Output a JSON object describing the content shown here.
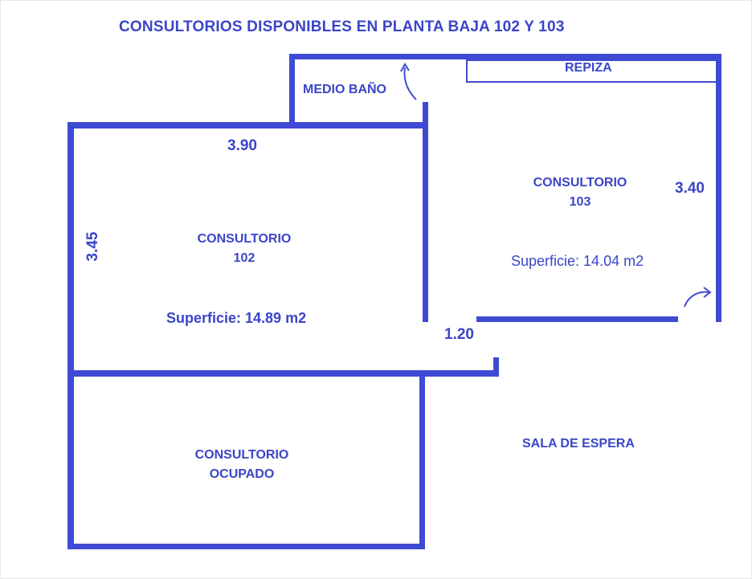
{
  "title": "CONSULTORIOS DISPONIBLES EN PLANTA BAJA 102 Y 103",
  "rooms": {
    "medio_bano": "MEDIO BAÑO",
    "repiza": "REPIZA",
    "c102": {
      "line1": "CONSULTORIO",
      "line2": "102",
      "area": "Superficie: 14.89 m2"
    },
    "c103": {
      "line1": "CONSULTORIO",
      "line2": "103",
      "area": "Superficie: 14.04 m2"
    },
    "ocupado": {
      "line1": "CONSULTORIO",
      "line2": "OCUPADO"
    },
    "sala": "SALA DE ESPERA"
  },
  "dimensions": {
    "width_102": "3.90",
    "depth_102": "3.45",
    "depth_103": "3.40",
    "door": "1.20"
  },
  "colors": {
    "wall": "#3f4ad4",
    "text": "#3a45c8"
  }
}
